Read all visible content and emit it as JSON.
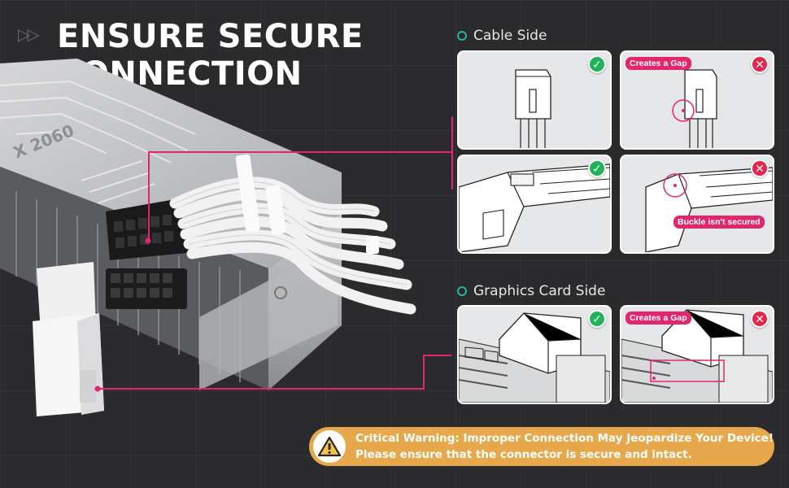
{
  "header": {
    "title_line1": "ENSURE SECURE",
    "title_line2": "CONNECTION",
    "play_glyph": "▷▷"
  },
  "illustration": {
    "card_model_text": "X 2060"
  },
  "sections": {
    "cable_side": {
      "label": "Cable Side",
      "panels": [
        {
          "status": "ok",
          "symbol": "✓"
        },
        {
          "status": "bad",
          "symbol": "✕",
          "tag": "Creates a Gap"
        },
        {
          "status": "ok",
          "symbol": "✓"
        },
        {
          "status": "bad",
          "symbol": "✕",
          "tag": "Buckle isn't secured"
        }
      ]
    },
    "graphics_card_side": {
      "label": "Graphics Card Side",
      "panels": [
        {
          "status": "ok",
          "symbol": "✓"
        },
        {
          "status": "bad",
          "symbol": "✕",
          "tag": "Creates a Gap"
        }
      ]
    }
  },
  "warning": {
    "line1": "Critical Warning: Improper Connection May Jeopardize Your Device!",
    "line2": "Please ensure that the connector is secure and intact."
  },
  "colors": {
    "accent_pink": "#e2266e",
    "ok_green": "#21b35a",
    "bad_red": "#e2264c",
    "section_ring": "#2bb3a0",
    "warning_bg": "#e6a84a"
  }
}
